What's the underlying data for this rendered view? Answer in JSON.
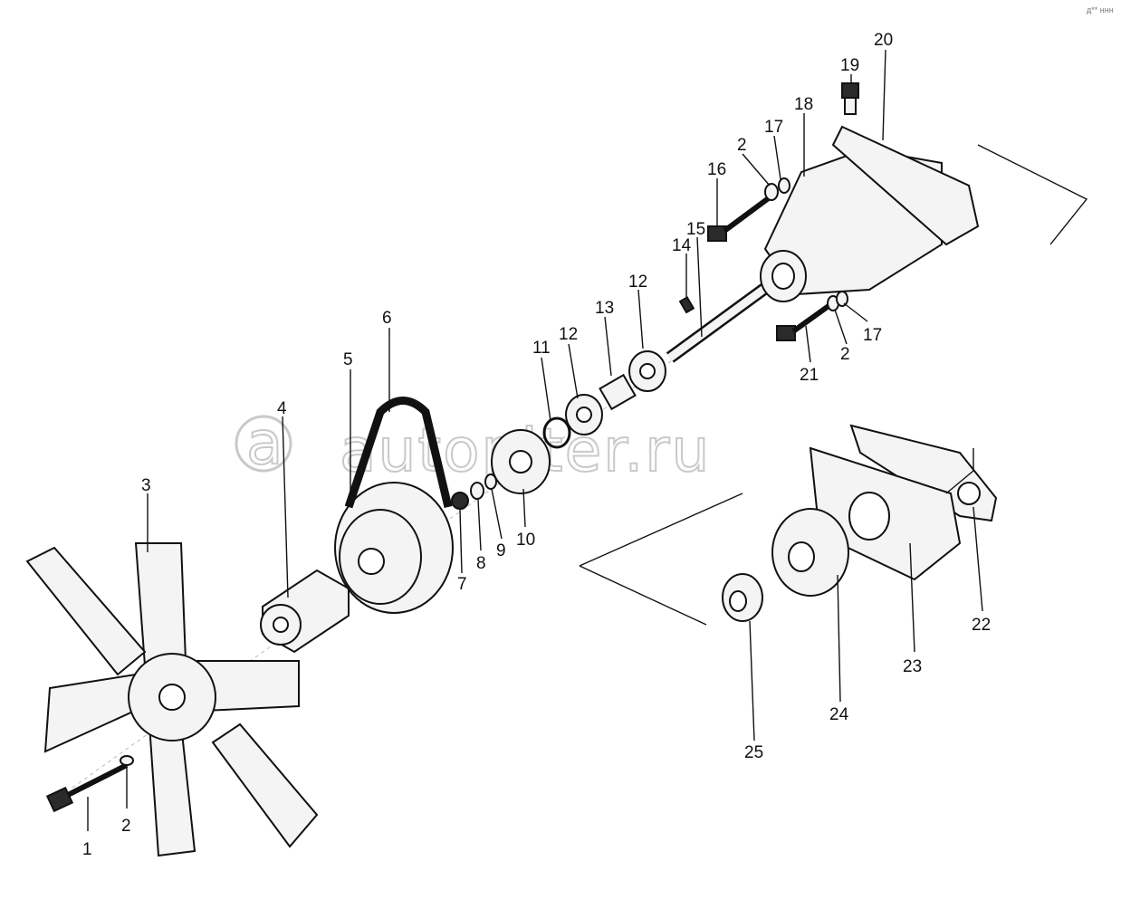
{
  "watermark": {
    "text": "autopiter.ru"
  },
  "corner_mark": "д** ннн",
  "callouts": [
    {
      "id": "c1",
      "text": "1"
    },
    {
      "id": "c2a",
      "text": "2"
    },
    {
      "id": "c3",
      "text": "3"
    },
    {
      "id": "c4",
      "text": "4"
    },
    {
      "id": "c5",
      "text": "5"
    },
    {
      "id": "c6",
      "text": "6"
    },
    {
      "id": "c7",
      "text": "7"
    },
    {
      "id": "c8",
      "text": "8"
    },
    {
      "id": "c9",
      "text": "9"
    },
    {
      "id": "c10",
      "text": "10"
    },
    {
      "id": "c11",
      "text": "11"
    },
    {
      "id": "c12a",
      "text": "12"
    },
    {
      "id": "c13",
      "text": "13"
    },
    {
      "id": "c12b",
      "text": "12"
    },
    {
      "id": "c14",
      "text": "14"
    },
    {
      "id": "c15",
      "text": "15"
    },
    {
      "id": "c16",
      "text": "16"
    },
    {
      "id": "c2b",
      "text": "2"
    },
    {
      "id": "c17a",
      "text": "17"
    },
    {
      "id": "c18",
      "text": "18"
    },
    {
      "id": "c19",
      "text": "19"
    },
    {
      "id": "c20",
      "text": "20"
    },
    {
      "id": "c17b",
      "text": "17"
    },
    {
      "id": "c2c",
      "text": "2"
    },
    {
      "id": "c21",
      "text": "21"
    },
    {
      "id": "c22",
      "text": "22"
    },
    {
      "id": "c23",
      "text": "23"
    },
    {
      "id": "c24",
      "text": "24"
    },
    {
      "id": "c25",
      "text": "25"
    }
  ]
}
